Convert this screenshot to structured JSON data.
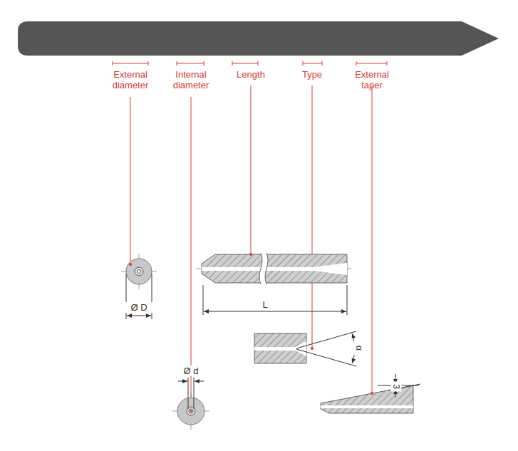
{
  "diagram": {
    "labels": [
      "External diameter",
      "Internal diameter",
      "Length",
      "Type",
      "External taper",
      "Ø D",
      "Ø d",
      "L",
      "α",
      "3"
    ]
  }
}
